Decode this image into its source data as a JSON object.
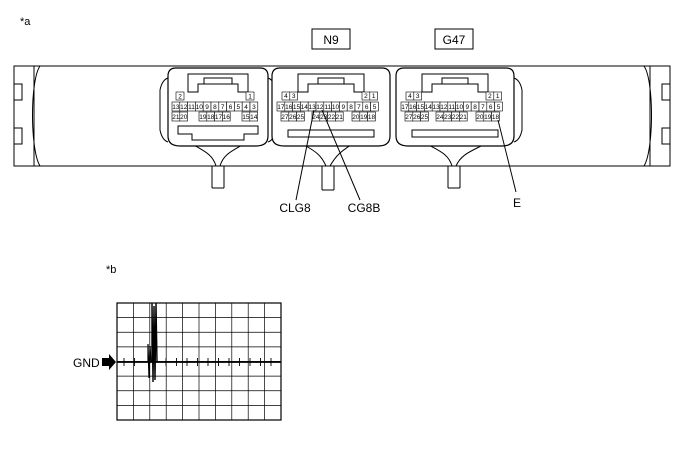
{
  "figure_a": {
    "marker": "*a",
    "connectors": [
      {
        "id": "left",
        "name": "",
        "top_pins": [
          "2",
          "1"
        ],
        "row1": [
          "13",
          "12",
          "11",
          "10",
          "9",
          "8",
          "7",
          "6",
          "5",
          "4",
          "3"
        ],
        "row2_left": [
          "21",
          "20"
        ],
        "row2_mid": [
          "19",
          "18",
          "17",
          "16"
        ],
        "row2_right": [
          "15",
          "14"
        ]
      },
      {
        "id": "n9",
        "name": "N9",
        "top_pins_left": [
          "4",
          "3"
        ],
        "top_pins_right": [
          "2",
          "1"
        ],
        "row1": [
          "17",
          "16",
          "15",
          "14",
          "13",
          "12",
          "11",
          "10",
          "9",
          "8",
          "7",
          "6",
          "5"
        ],
        "row2_left": [
          "27",
          "26",
          "25"
        ],
        "row2_mid": [
          "24",
          "23",
          "22",
          "21"
        ],
        "row2_right": [
          "20",
          "19",
          "18"
        ]
      },
      {
        "id": "g47",
        "name": "G47",
        "top_pins_left": [
          "4",
          "3"
        ],
        "top_pins_right": [
          "2",
          "1"
        ],
        "row1": [
          "17",
          "16",
          "15",
          "14",
          "13",
          "12",
          "11",
          "10",
          "9",
          "8",
          "7",
          "6",
          "5"
        ],
        "row2_left": [
          "27",
          "26",
          "25"
        ],
        "row2_mid": [
          "24",
          "23",
          "22",
          "21"
        ],
        "row2_right": [
          "20",
          "19",
          "18"
        ]
      }
    ],
    "callouts": {
      "clg8": "CLG8",
      "cg8b": "CG8B",
      "e": "E"
    }
  },
  "figure_b": {
    "marker": "*b",
    "gnd_label": "GND"
  }
}
